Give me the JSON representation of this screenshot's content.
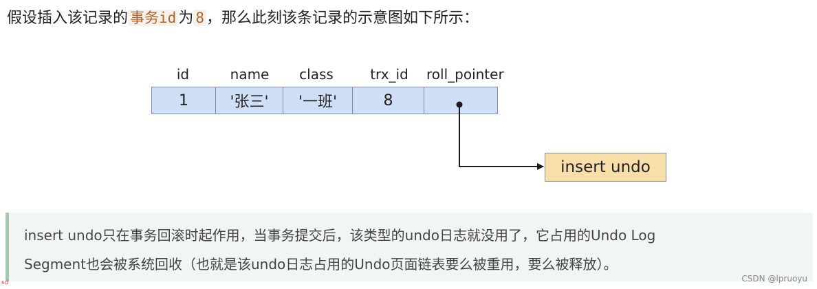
{
  "intro": {
    "before": "假设插入该记录的",
    "code": "事务id",
    "middle": "为",
    "value": "8",
    "after": "，那么此刻该条记录的示意图如下所示："
  },
  "table": {
    "headers": [
      "id",
      "name",
      "class",
      "trx_id",
      "roll_pointer"
    ],
    "row": [
      "1",
      "'张三'",
      "'一班'",
      "8",
      ""
    ]
  },
  "undo_box": {
    "label": "insert undo"
  },
  "note": {
    "line1": "insert undo只在事务回滚时起作用，当事务提交后，该类型的undo日志就没用了，它占用的Undo Log",
    "line2": "Segment也会被系统回收（也就是该undo日志占用的Undo页面链表要么被重用，要么被释放）。"
  },
  "watermark": "CSDN @lpruoyu",
  "corner_mark": "sd",
  "colors": {
    "table_fill": "#cfe0f6",
    "undo_fill": "#f8dfaa",
    "note_bg": "#f0f6f2",
    "note_bar": "#a9c6b3"
  }
}
